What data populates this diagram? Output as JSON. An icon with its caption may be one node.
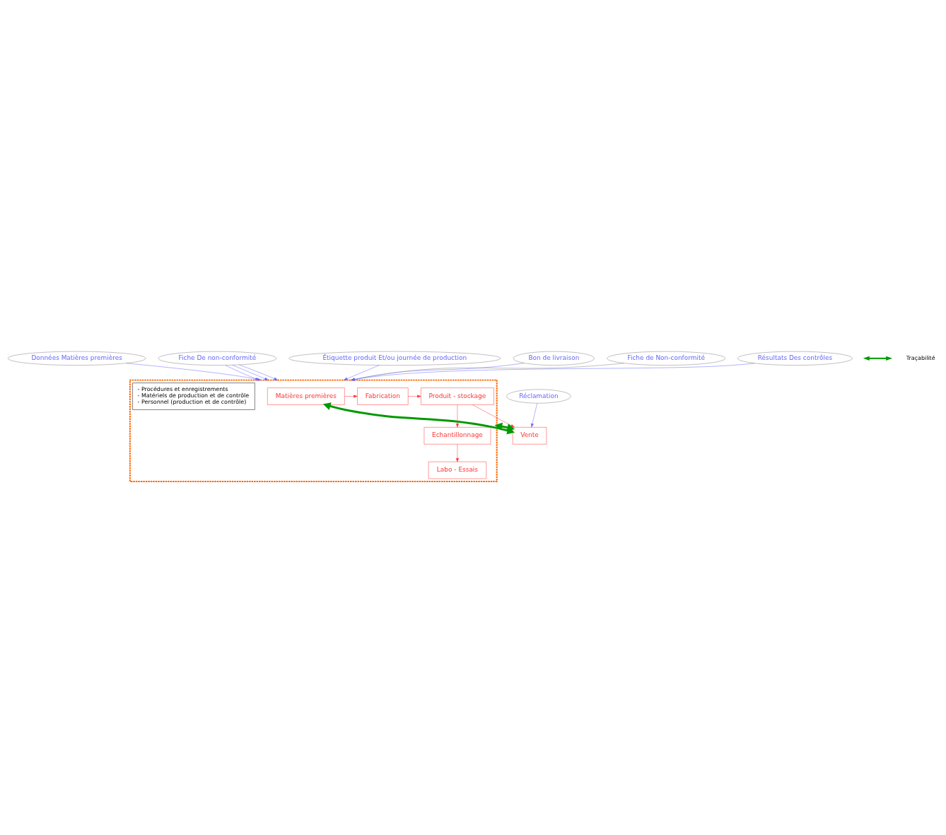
{
  "diagram": {
    "nodes": [
      {
        "text": [
          "Données Matières premières"
        ]
      },
      {
        "text": [
          "Fiche De non-conformité"
        ]
      },
      {
        "text": [
          "Étiquette produit Et/ou journée de production"
        ]
      },
      {
        "text": [
          "Bon de livraison"
        ]
      },
      {
        "text": [],
        "shape": "box"
      },
      {
        "text": [
          "Matières premières"
        ],
        "in": 4
      },
      {
        "text": [
          "Fabrication"
        ],
        "in": 4
      },
      {
        "text": [
          "Produit - stockage"
        ],
        "in": 4
      },
      {
        "text": [
          "Vente"
        ]
      },
      {
        "text": [
          "Echantillonnage"
        ],
        "in": 4
      },
      {
        "text": [
          "Labo - Essais"
        ],
        "in": 4
      },
      {
        "text": [
          "- Procédures et enregistrements",
          "- Matériels de production et de contrôle",
          "- Personnel (production et de contrôle)"
        ],
        "in": 4
      },
      {
        "text": [
          "Réclamation"
        ]
      },
      {
        "text": [
          "Fiche de Non-conformité"
        ]
      },
      {
        "text": [
          "Résultats Des contrôles"
        ]
      }
    ],
    "edges": [
      {
        "from": 0,
        "to": 4,
        "arrow": "to",
        "color": "#6666ff"
      },
      {
        "from": 1,
        "to": 4,
        "arrow": "to",
        "color": "#6666ff"
      },
      {
        "from": 1,
        "to": 4,
        "arrow": "to",
        "color": "#6666ff"
      },
      {
        "from": 1,
        "to": 4,
        "arrow": "to",
        "color": "#6666ff"
      },
      {
        "from": 2,
        "to": 4,
        "arrow": "to",
        "color": "#6666ff"
      },
      {
        "from": 3,
        "to": 4,
        "arrow": "to",
        "color": "#6666ff"
      },
      {
        "from": 5,
        "to": 8,
        "arrow": "both",
        "style": "thick",
        "color": "#009900"
      },
      {
        "from": 5,
        "to": 6,
        "arrow": "to",
        "color": "#ff3333"
      },
      {
        "from": 6,
        "to": 7,
        "arrow": "to",
        "color": "#ff3333"
      },
      {
        "from": 7,
        "to": 8,
        "arrow": "to",
        "color": "#ff3333"
      },
      {
        "from": 7,
        "to": 9,
        "arrow": "to",
        "color": "#ff3333"
      },
      {
        "from": 9,
        "to": 10,
        "arrow": "to",
        "color": "#ff3333"
      },
      {
        "from": 8,
        "to": 4,
        "arrow": "both",
        "style": "thick",
        "color": "#009900"
      },
      {
        "from": 12,
        "to": 8,
        "arrow": "to",
        "color": "#6666ff"
      },
      {
        "from": 13,
        "to": 4,
        "arrow": "to",
        "color": "#808080"
      },
      {
        "from": 14,
        "to": 4,
        "arrow": "to",
        "color": "#6666ff"
      }
    ],
    "legend": [
      {
        "text": "Traçabilité"
      }
    ]
  }
}
